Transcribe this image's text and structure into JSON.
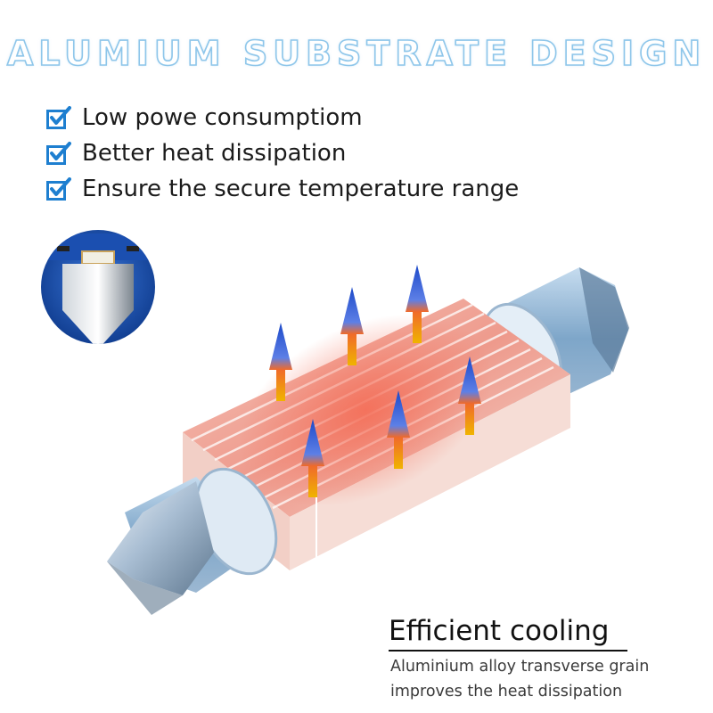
{
  "headline": "ALUMIUM SUBSTRATE DESIGN",
  "features": [
    "Low powe consumptiom",
    "Better heat dissipation",
    "Ensure the secure temperature range"
  ],
  "caption": {
    "title": "Efficient cooling",
    "lines": [
      "Aluminium alloy transverse grain",
      "improves the heat dissipation"
    ]
  },
  "colors": {
    "headline_stroke": "#8ec6ea",
    "check": "#1e7fd0",
    "heat": "#f4705a",
    "metal": "#9fb3c8",
    "arrow_tip": "#1c49c9",
    "arrow_base": "#f0b400",
    "badge_bg": "#0e3a8c"
  },
  "icons": {
    "check": "checkbox-check-icon",
    "arrow": "heat-up-arrow-icon",
    "badge": "led-chip-closeup"
  }
}
